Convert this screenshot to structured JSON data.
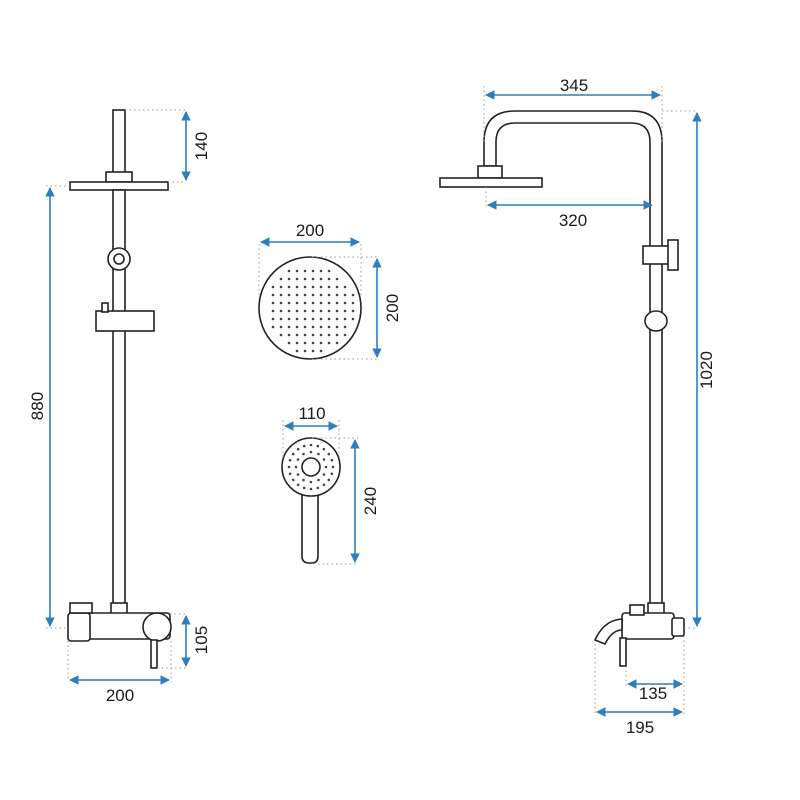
{
  "colors": {
    "outline": "#222222",
    "dimension_line": "#2e7dbd",
    "guide_line": "#9a9a9a",
    "background": "#ffffff"
  },
  "dimensions": {
    "front_top_pipe": "140",
    "front_total_height": "880",
    "front_mixer_height": "105",
    "front_mixer_width": "200",
    "head_width": "200",
    "head_height": "200",
    "hand_width": "110",
    "hand_length": "240",
    "side_arm_length": "345",
    "side_arm_inner": "320",
    "side_total_height": "1020",
    "side_spout_depth": "135",
    "side_mixer_depth": "195"
  }
}
